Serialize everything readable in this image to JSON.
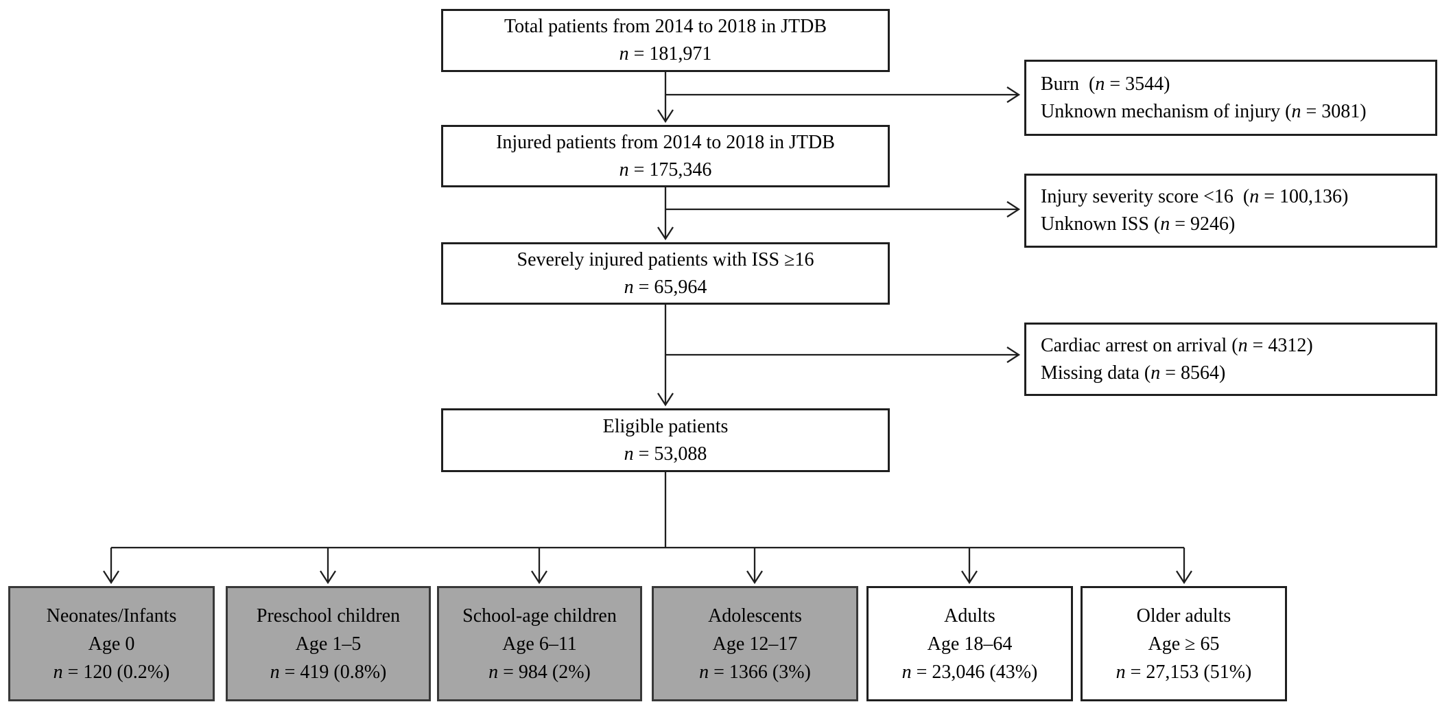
{
  "figure": {
    "background": "#ffffff",
    "text_color": "#000000",
    "shaded_fill": "#a6a6a6",
    "line_color": "#1e1e1e"
  },
  "main_boxes": [
    {
      "title": "Total patients from 2014 to 2018 in JTDB",
      "n_sym": "n",
      "n_val": " = 181,971"
    },
    {
      "title": "Injured patients from 2014 to 2018 in JTDB",
      "n_sym": "n",
      "n_val": " = 175,346"
    },
    {
      "title": "Severely injured patients with ISS ≥16",
      "n_sym": "n",
      "n_val": " = 65,964"
    },
    {
      "title": "Eligible patients",
      "n_sym": "n",
      "n_val": " = 53,088"
    }
  ],
  "exclusion_boxes": [
    {
      "line1": {
        "pre": "Burn  (",
        "n": "n",
        "post": " = 3544)"
      },
      "line2": {
        "pre": "Unknown mechanism of injury (",
        "n": "n",
        "post": " = 3081)"
      }
    },
    {
      "line1": {
        "pre": "Injury severity score <16  (",
        "n": "n",
        "post": " = 100,136)"
      },
      "line2": {
        "pre": "Unknown ISS (",
        "n": "n",
        "post": " = 9246)"
      }
    },
    {
      "line1": {
        "pre": "Cardiac arrest on arrival (",
        "n": "n",
        "post": " = 4312)"
      },
      "line2": {
        "pre": "Missing data (",
        "n": "n",
        "post": " = 8564)"
      }
    }
  ],
  "age_group_boxes": [
    {
      "title": "Neonates/Infants",
      "age": "Age 0",
      "n_sym": "n",
      "n_val": " = 120 (0.2%)",
      "shaded": true
    },
    {
      "title": "Preschool children",
      "age": "Age 1–5",
      "n_sym": "n",
      "n_val": " = 419 (0.8%)",
      "shaded": true
    },
    {
      "title": "School-age children",
      "age": "Age 6–11",
      "n_sym": "n",
      "n_val": " = 984 (2%)",
      "shaded": true
    },
    {
      "title": "Adolescents",
      "age": "Age 12–17",
      "n_sym": "n",
      "n_val": " = 1366 (3%)",
      "shaded": true
    },
    {
      "title": "Adults",
      "age": "Age 18–64",
      "n_sym": "n",
      "n_val": " = 23,046 (43%)",
      "shaded": false
    },
    {
      "title": "Older adults",
      "age": "Age ≥ 65",
      "n_sym": "n",
      "n_val": " = 27,153 (51%)",
      "shaded": false
    }
  ]
}
